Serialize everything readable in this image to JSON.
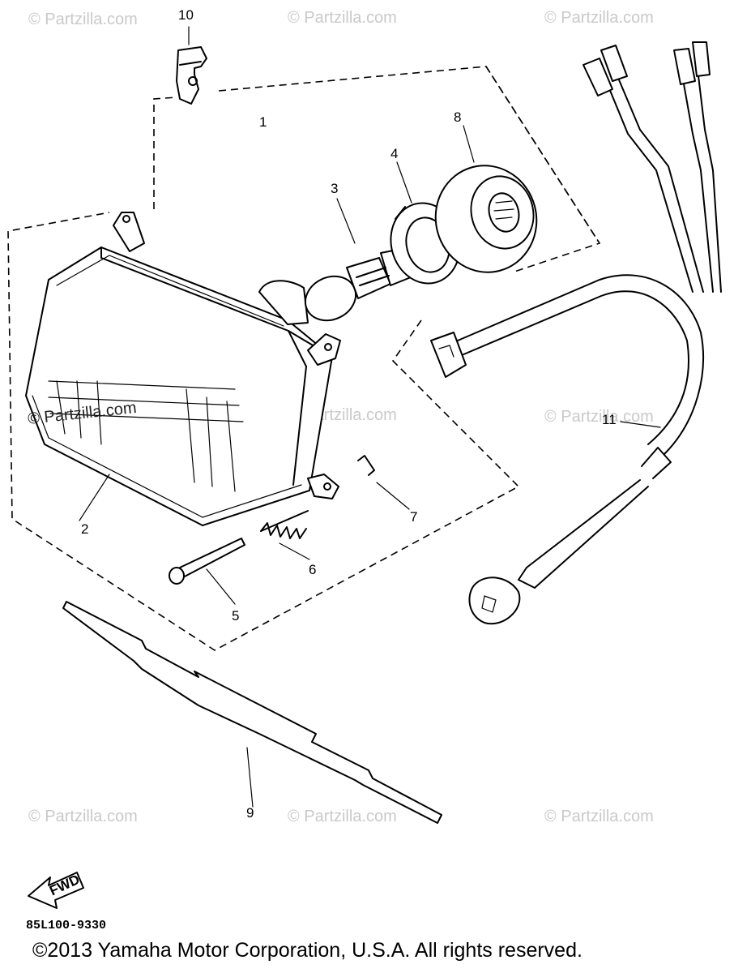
{
  "diagram": {
    "callouts": [
      "1",
      "2",
      "3",
      "4",
      "5",
      "6",
      "7",
      "8",
      "9",
      "10",
      "11"
    ],
    "watermark": "© Partzilla.com",
    "fwd_label": "FWD",
    "diagram_code": "85L100-9330"
  },
  "footer": {
    "copyright": "©2013  Yamaha Motor Corporation, U.S.A. All rights reserved."
  }
}
